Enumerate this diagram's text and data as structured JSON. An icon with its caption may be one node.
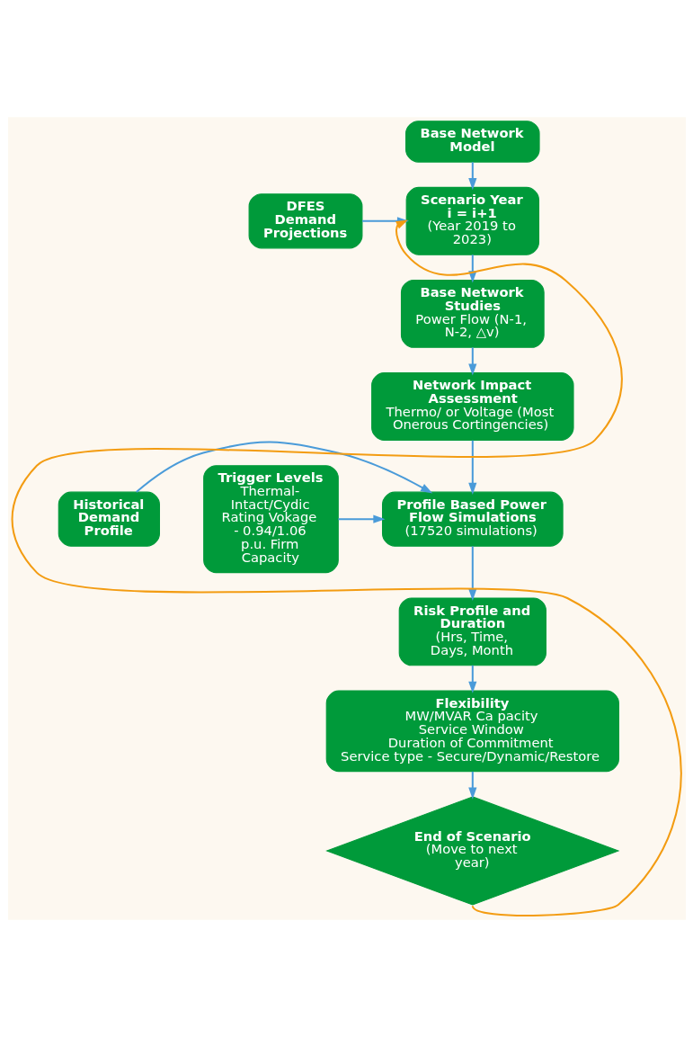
{
  "diagram": {
    "nodes": [
      {
        "text": [
          "Base Network Model"
        ]
      },
      {
        "text": [
          "Scenario Year i = i+1",
          "(Year 2019 to 2023)"
        ]
      },
      {
        "text": [
          "DFES Demand Projections"
        ]
      },
      {
        "text": [
          "Base Network Studies",
          "Power Flow (N-1, N-2, △v)"
        ]
      },
      {
        "text": [
          "Network Impact Assessment",
          "Thermo/ or Voltage (Most Onerous Cortingencies)"
        ]
      },
      {
        "text": [
          "Historical Demand Profile"
        ]
      },
      {
        "text": [
          "Profile Based Power Flow Simulations",
          "(17520 simulations)"
        ]
      },
      {
        "text": [
          "Trigger Levels",
          "Thermal- Intact/Cydic Rating Vokage - 0.94/1.06 p.u. Firm Capacity"
        ]
      },
      {
        "text": [
          "Risk Profile and Duration",
          "(Hrs, Time, Days, Month"
        ]
      },
      {
        "text": [
          "Flexibility",
          "MW/MVAR Ca pacity",
          "Service Window",
          "Duration of Commitment",
          "Service type - Secure/Dynamic/Restore"
        ]
      },
      {
        "text": [
          "End of Scenario",
          "(Move to next year)"
        ]
      }
    ],
    "edges": [
      {
        "from": 0,
        "to": 1,
        "arrow": "to"
      },
      {
        "from": 2,
        "to": 1,
        "arrow": "to"
      },
      {
        "from": 1,
        "to": 3,
        "arrow": "to"
      },
      {
        "from": 3,
        "to": 4,
        "arrow": "to"
      },
      {
        "from": 4,
        "to": 6,
        "arrow": "to"
      },
      {
        "from": 5,
        "to": 6,
        "arrow": "to"
      },
      {
        "from": 7,
        "to": 6,
        "arrow": "to"
      },
      {
        "from": 6,
        "to": 8,
        "arrow": "to"
      },
      {
        "from": 8,
        "to": 9,
        "arrow": "to"
      },
      {
        "from": 9,
        "to": 10,
        "arrow": "to"
      },
      {
        "from": 10,
        "to": 1,
        "arrow": "to",
        "color": "#f39c12"
      }
    ]
  }
}
